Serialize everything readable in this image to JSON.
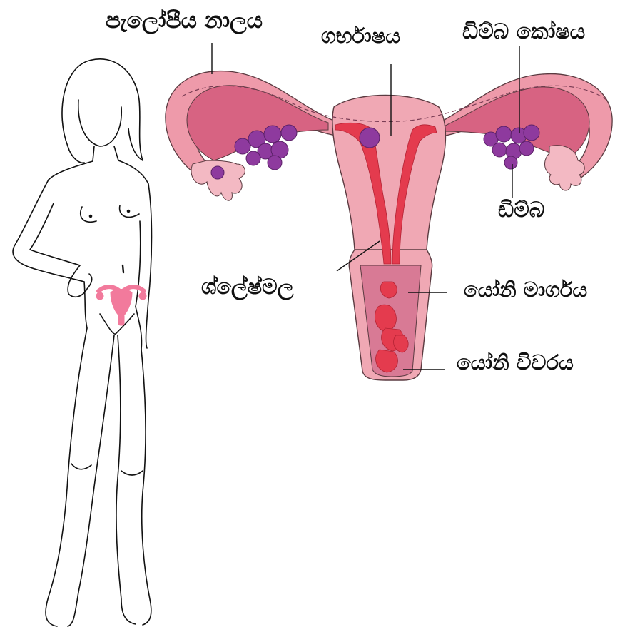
{
  "labels": {
    "fallopian_tube": "පැලෝපීය නාලය",
    "uterus": "ගර්භාෂය",
    "ovary": "ඩිම්බ කෝෂය",
    "egg": "ඩිම්බ",
    "mucus": "ශ්ලේෂ්මල",
    "vagina": "යෝනි මාර්ගය",
    "vaginal_opening": "යෝනි විවරය"
  },
  "colors": {
    "outer_tissue": "#ee9aaa",
    "inner_tissue": "#d76382",
    "uterus_body": "#f0a8b4",
    "mucus": "#e43b4e",
    "egg": "#8e3a9e",
    "figure_mark": "#f27a9c",
    "outline": "#5a3a40"
  }
}
